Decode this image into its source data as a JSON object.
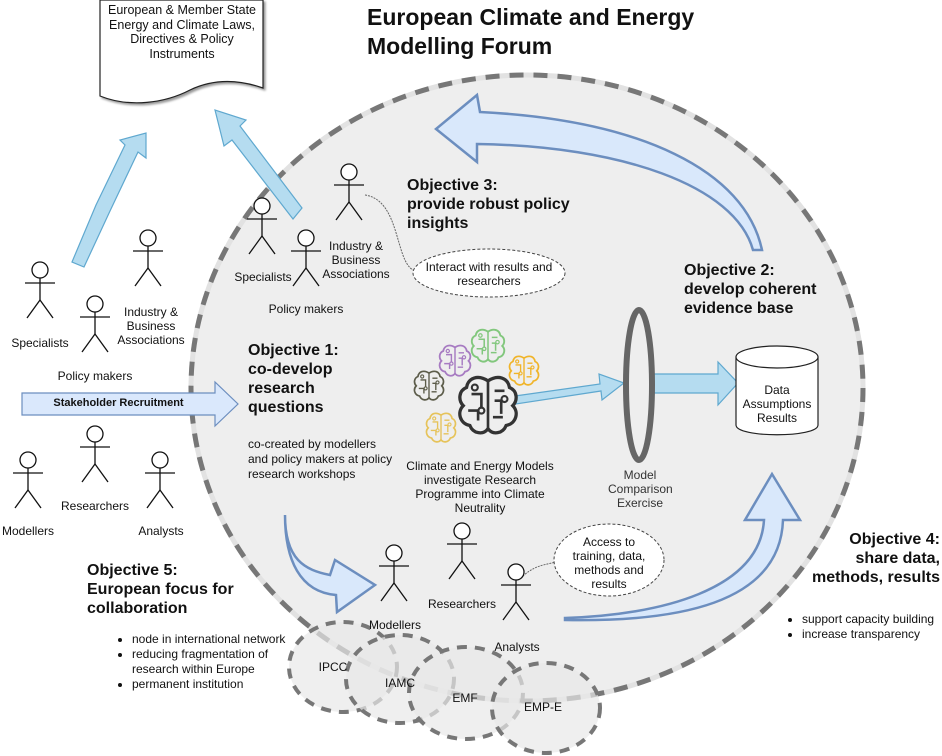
{
  "title": "European Climate and Energy Modelling Forum",
  "document": {
    "text": "European & Member State Energy and Climate Laws, Directives & Policy Instruments"
  },
  "colors": {
    "forum_fill": "#eeeeee",
    "dashed_border": "#777777",
    "arrow_light": "#b5dcf0",
    "arrow_light_stroke": "#5fa8cf",
    "arrow_blue_fill": "#d9e8fb",
    "arrow_blue_stroke": "#6c8ebf",
    "brain_green": "#82c77d",
    "brain_purple": "#a77bc2",
    "brain_orange": "#f0b429",
    "brain_olive": "#5c5c4a",
    "brain_yellow": "#e6c35a"
  },
  "stakeholders_outside": {
    "actors": [
      {
        "label": "Specialists"
      },
      {
        "label": "Policy makers"
      },
      {
        "label": "Industry & Business Associations"
      },
      {
        "label": "Modellers"
      },
      {
        "label": "Researchers"
      },
      {
        "label": "Analysts"
      }
    ],
    "recruitment_label": "Stakeholder Recruitment"
  },
  "stakeholders_inside_top": {
    "actors": [
      {
        "label": "Specialists"
      },
      {
        "label": "Policy makers"
      },
      {
        "label": "Industry & Business Associations"
      }
    ],
    "callout": "Interact with results and researchers"
  },
  "stakeholders_inside_bottom": {
    "actors": [
      {
        "label": "Modellers"
      },
      {
        "label": "Researchers"
      },
      {
        "label": "Analysts"
      }
    ],
    "callout": "Access to training, data, methods and results"
  },
  "objectives": [
    {
      "id": 1,
      "heading": "Objective 1:",
      "text": "co-develop research questions",
      "description": "co-created by modellers and policy makers at policy research workshops"
    },
    {
      "id": 2,
      "heading": "Objective 2:",
      "text": "develop coherent evidence base"
    },
    {
      "id": 3,
      "heading": "Objective 3:",
      "text": "provide robust policy insights"
    },
    {
      "id": 4,
      "heading": "Objective 4:",
      "text": "share data, methods, results",
      "bullets": [
        "support capacity building",
        "increase transparency"
      ]
    },
    {
      "id": 5,
      "heading": "Objective 5:",
      "text": "European focus for collaboration",
      "bullets": [
        "node in international network",
        "reducing fragmentation of research within Europe",
        "permanent institution"
      ]
    }
  ],
  "models": {
    "caption": "Climate and Energy Models investigate Research Programme into Climate Neutrality",
    "icon": "brain-circuit-icon"
  },
  "comparison": {
    "label": "Model Comparison Exercise",
    "icon": "ring-lens-icon"
  },
  "database": {
    "lines": [
      "Data",
      "Assumptions",
      "Results"
    ],
    "icon": "cylinder-database-icon"
  },
  "networks": [
    "IPCC",
    "IAMC",
    "EMF",
    "EMP-E"
  ]
}
